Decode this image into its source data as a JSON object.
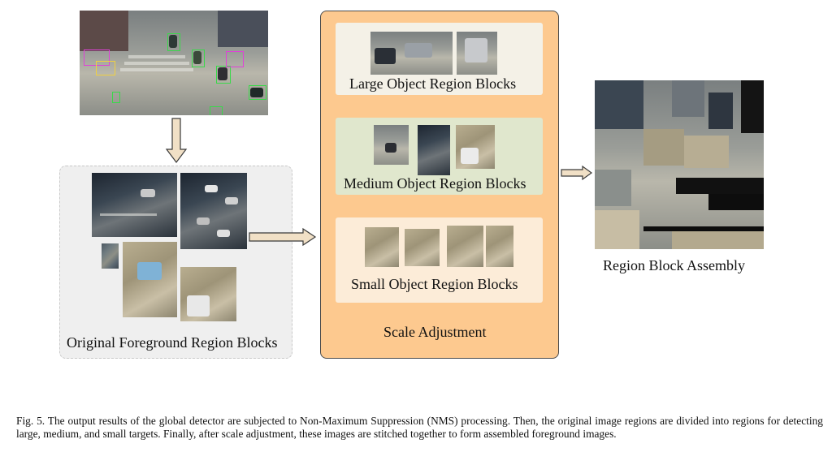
{
  "labels": {
    "original_blocks": "Original Foreground Region Blocks",
    "scale_adjustment": "Scale Adjustment",
    "large_blocks": "Large Object Region Blocks",
    "medium_blocks": "Medium Object Region Blocks",
    "small_blocks": "Small Object Region Blocks",
    "assembly": "Region Block Assembly"
  },
  "caption": "Fig. 5.  The output results of the global detector are subjected to Non-Maximum Suppression (NMS) processing. Then, the original image regions are divided into regions for detecting large, medium, and small targets. Finally, after scale adjustment, these images are stitched together to form assembled foreground images.",
  "colors": {
    "scale_panel": "#fdc98f",
    "large_panel": "#f4f1e7",
    "medium_panel": "#e0e7cd",
    "small_panel": "#fcecd8",
    "original_panel": "#efefef",
    "arrow_fill": "#f1e0c6"
  }
}
